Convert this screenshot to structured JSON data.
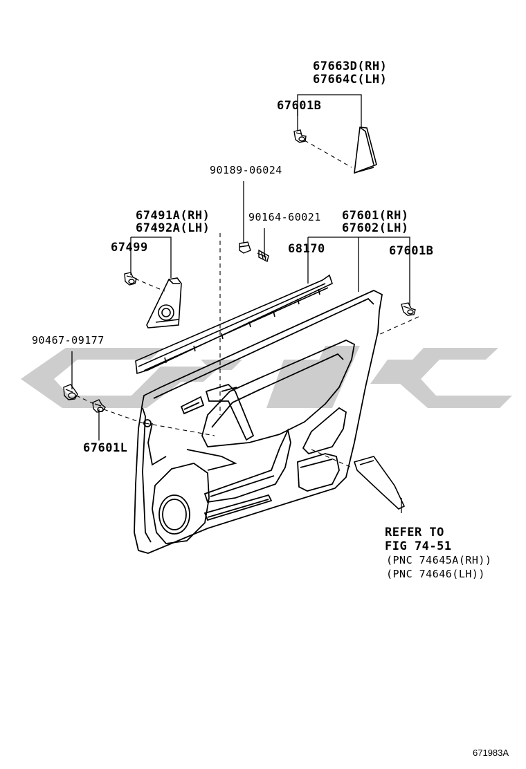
{
  "colors": {
    "ink": "#000000",
    "watermark": "#c8c8c8",
    "background": "#ffffff"
  },
  "labels": {
    "p67663D": "67663D(RH)",
    "p67664C": "67664C(LH)",
    "p67601B_top": "67601B",
    "p90189": "90189-06024",
    "p67491A": "67491A(RH)",
    "p67492A": "67492A(LH)",
    "p90164": "90164-60021",
    "p67601": "67601(RH)",
    "p67602": "67602(LH)",
    "p67499": "67499",
    "p68170": "68170",
    "p67601B_right": "67601B",
    "p90467": "90467-09177",
    "p67601L": "67601L"
  },
  "reference": {
    "line1": "REFER TO",
    "line2": "FIG 74-51",
    "line3": "(PNC 74645A(RH))",
    "line4": "(PNC 74646(LH))"
  },
  "figure_id": "671983A"
}
